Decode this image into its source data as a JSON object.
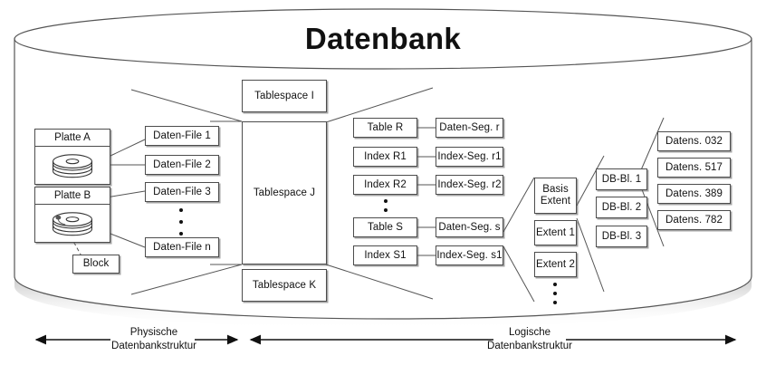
{
  "diagram": {
    "title": "Datenbank",
    "physical": {
      "line1": "Physische",
      "line2": "Datenbankstruktur"
    },
    "logical": {
      "line1": "Logische",
      "line2": "Datenbankstruktur"
    },
    "disks": [
      {
        "label": "Platte A",
        "icon": "disk-platter-icon"
      },
      {
        "label": "Platte B",
        "icon": "disk-platter-icon"
      }
    ],
    "block": "Block",
    "datafiles": [
      "Daten-File 1",
      "Daten-File 2",
      "Daten-File 3",
      "Daten-File n"
    ],
    "tablespaces": [
      "Tablespace I",
      "Tablespace J",
      "Tablespace K"
    ],
    "objects": [
      "Table R",
      "Index R1",
      "Index R2",
      "Table S",
      "Index S1"
    ],
    "segments": [
      "Daten-Seg. r",
      "Index-Seg. r1",
      "Index-Seg. r2",
      "Daten-Seg. s",
      "Index-Seg. s1"
    ],
    "extents": [
      "Basis Extent",
      "Extent 1",
      "Extent 2"
    ],
    "extents_first_line": "Basis",
    "extents_second_line": "Extent",
    "dbblocks": [
      "DB-Bl. 1",
      "DB-Bl. 2",
      "DB-Bl. 3"
    ],
    "records": [
      "Datens. 032",
      "Datens. 517",
      "Datens. 389",
      "Datens. 782"
    ],
    "colors": {
      "stroke": "#4d4d4d",
      "text": "#111111",
      "background": "#ffffff"
    }
  }
}
